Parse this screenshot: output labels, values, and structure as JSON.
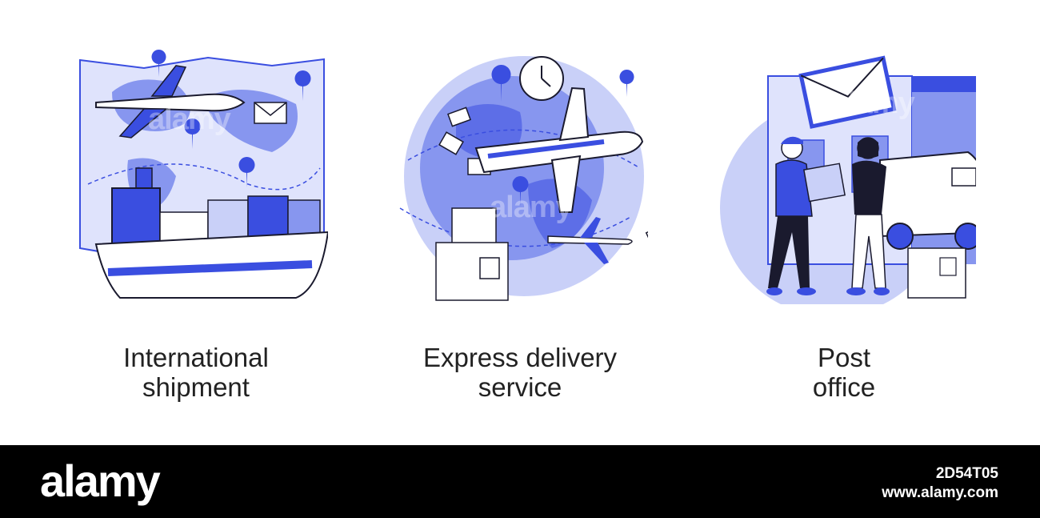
{
  "panels": [
    {
      "caption_line1": "International",
      "caption_line2": "shipment",
      "icon": "cargo-ship-and-plane-over-world-map"
    },
    {
      "caption_line1": "Express delivery",
      "caption_line2": "service",
      "icon": "airplane-over-globe-with-clock-and-parcels"
    },
    {
      "caption_line1": "Post",
      "caption_line2": "office",
      "icon": "courier-handing-parcel-at-post-office"
    }
  ],
  "watermark_text": "alamy",
  "footer": {
    "logo": "alamy",
    "image_id": "2D54T05",
    "url": "www.alamy.com"
  },
  "colors": {
    "accent": "#3a4ee0",
    "light": "#c9d0f8",
    "mid": "#8796ef",
    "ink": "#1a1a2e"
  }
}
